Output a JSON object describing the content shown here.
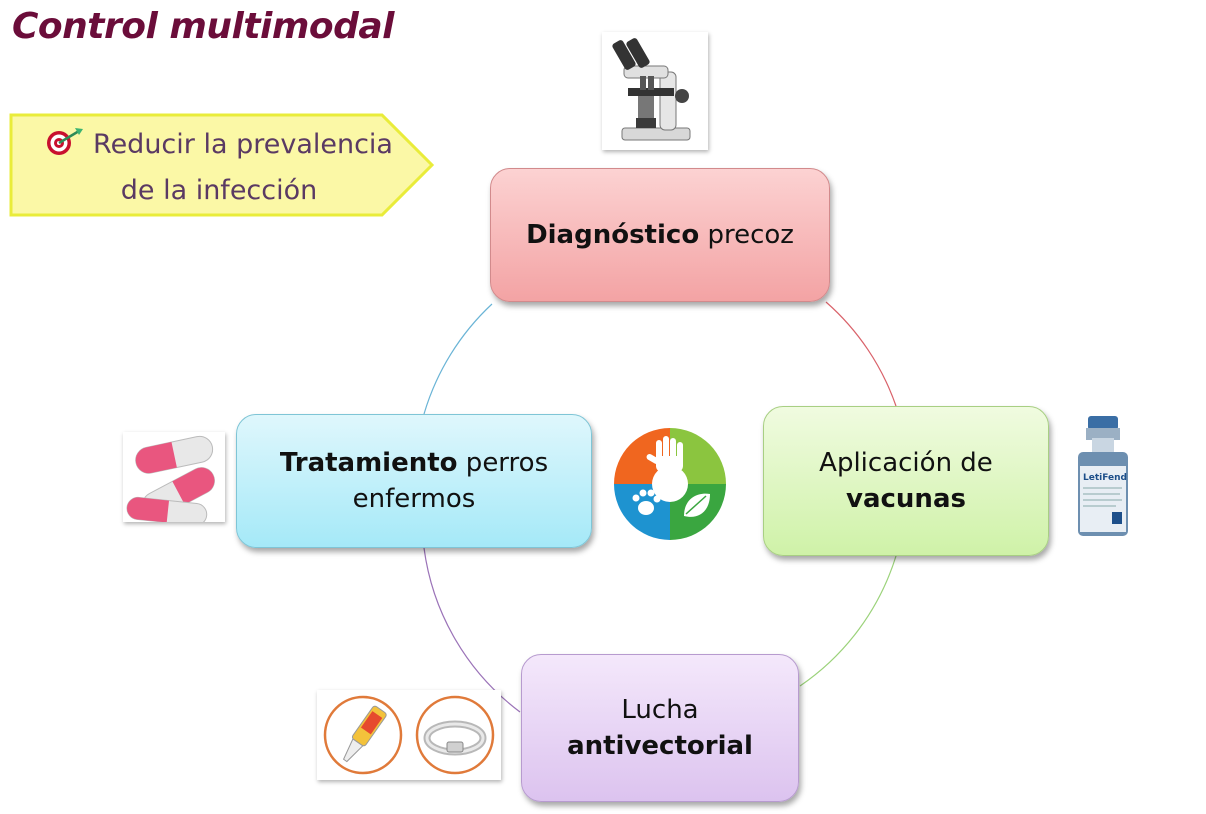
{
  "title": "Control multimodal",
  "goal": {
    "line1": "Reducir la prevalencia",
    "line2": "de la infección"
  },
  "nodes": {
    "top": {
      "bold": "Diagnóstico",
      "rest": " precoz"
    },
    "right": {
      "line1": "Aplicación de",
      "bold": "vacunas"
    },
    "bottom": {
      "line1": "Lucha",
      "bold": "antivectorial"
    },
    "left": {
      "bold": "Tratamiento",
      "rest": " perros",
      "line2": "enfermos"
    }
  },
  "vial_label": "LetiFend",
  "colors": {
    "title": "#6b0d3a",
    "goal_fill": "#fbf8a6",
    "node_top": "#f3a3a4",
    "node_right": "#cff2a8",
    "node_bottom": "#dcc3ef",
    "node_left": "#a5e9f8"
  },
  "icons": [
    "target-icon",
    "microscope-icon",
    "pills-icon",
    "vaccine-vial-icon",
    "pipette-icon",
    "flea-collar-icon",
    "one-health-logo-icon"
  ]
}
